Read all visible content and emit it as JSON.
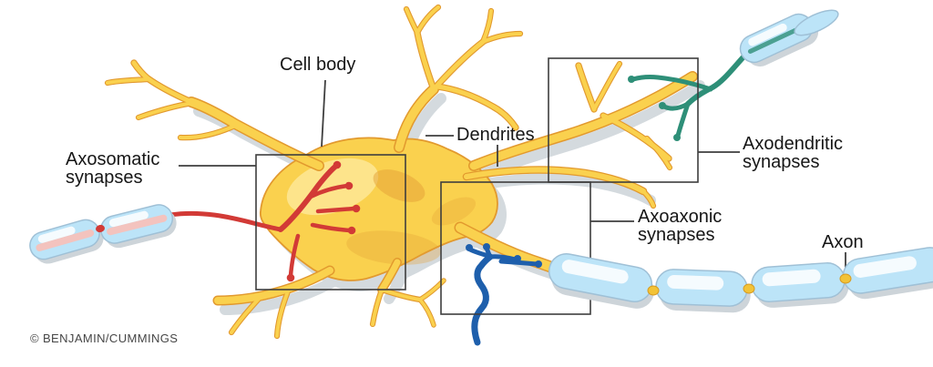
{
  "diagram": {
    "labels": {
      "cell_body": "Cell body",
      "dendrites": "Dendrites",
      "axosomatic_line1": "Axosomatic",
      "axosomatic_line2": "synapses",
      "axodendritic_line1": "Axodendritic",
      "axodendritic_line2": "synapses",
      "axoaxonic_line1": "Axoaxonic",
      "axoaxonic_line2": "synapses",
      "axon": "Axon"
    },
    "credit": "© BENJAMIN/CUMMINGS"
  },
  "colors": {
    "neuron-fill": "#FAD14E",
    "neuron-outline": "#E2992E",
    "neuron-highlight": "#FDE9A0",
    "neuron-shade": "#E39F35",
    "red-axon": "#D23A36",
    "blue-axon": "#1E5FAC",
    "teal-axon": "#2E8F78",
    "myelin-fill": "#BCE4F8",
    "myelin-stroke": "#9FC0D6",
    "myelin-highlight": "#FFFFFF",
    "myelin-core": "#F3C3BE",
    "node-fill": "#F2C337",
    "node-stroke": "#D79B22",
    "shadow": "#CDD4D9",
    "box-stroke": "#3E3E3E",
    "label-color": "#161616",
    "credit-color": "#464646",
    "background": "#FFFFFF"
  }
}
